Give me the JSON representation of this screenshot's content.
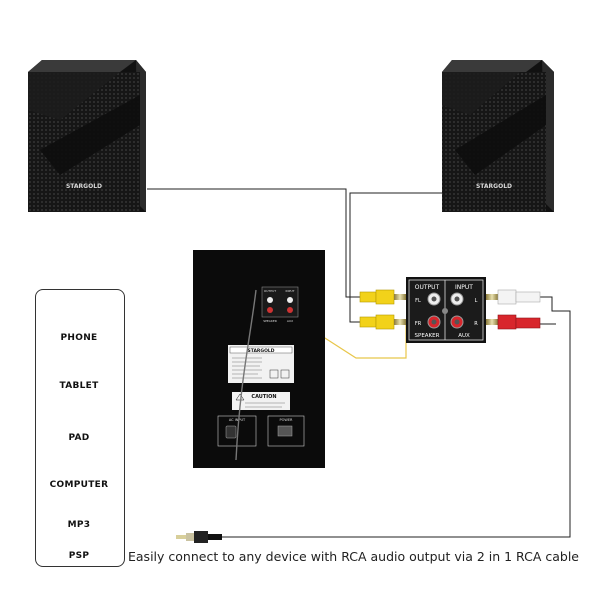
{
  "brand": "STARGOLD",
  "caption": "Easily connect to any device with RCA audio output via 2 in 1 RCA cable",
  "devices": [
    "PHONE",
    "TABLET",
    "PAD",
    "COMPUTER",
    "MP3",
    "PSP"
  ],
  "adapter": {
    "output": "OUTPUT",
    "input": "INPUT",
    "speaker": "SPEAKER",
    "aux": "AUX",
    "fl": "FL",
    "fr": "FR",
    "l": "L",
    "r": "R"
  },
  "back_panel": {
    "output_label": "OUTPUT",
    "input_label": "INPUT",
    "speaker_label": "SPEAKER",
    "aux_label": "AUX",
    "caution": "CAUTION",
    "ac_input": "AC INPUT",
    "power": "POWER"
  },
  "colors": {
    "rca_yellow": "#f2d21a",
    "rca_red": "#d8262c",
    "rca_white": "#f4f4f4",
    "yellow_pointer": "#e8c64a"
  }
}
